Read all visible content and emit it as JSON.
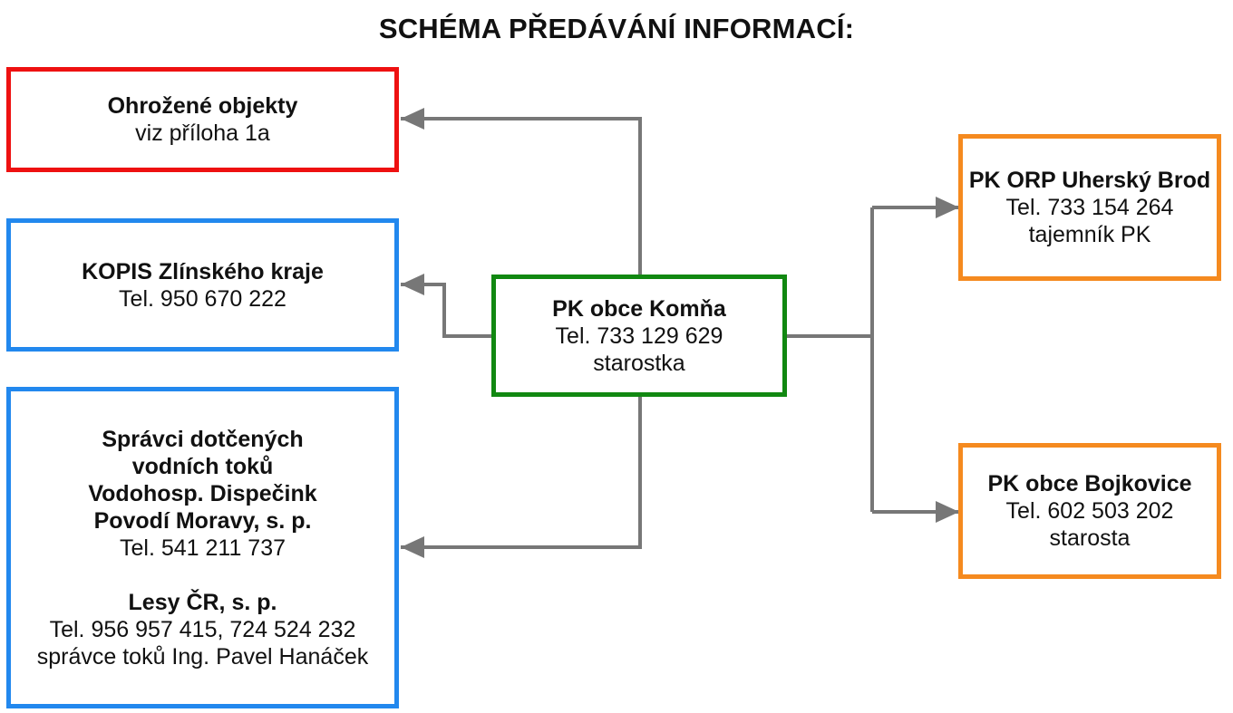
{
  "title": "SCHÉMA PŘEDÁVÁNÍ INFORMACÍ:",
  "colors": {
    "red": "#ee1111",
    "blue": "#2288ee",
    "green": "#118811",
    "orange": "#f58a1f",
    "connector": "#777777"
  },
  "boxes": {
    "ohrozene": {
      "name": "Ohrožené objekty",
      "detail": "viz příloha 1a"
    },
    "kopis": {
      "name": "KOPIS Zlínského kraje",
      "phone": "Tel. 950 670 222"
    },
    "spravci": {
      "line1": "Správci dotčených",
      "line2": "vodních toků",
      "line3": "Vodohosp. Dispečink",
      "line4": "Povodí Moravy, s. p.",
      "phone": "Tel. 541 211 737",
      "lesy_name": "Lesy ČR, s. p.",
      "lesy_phone": "Tel. 956 957 415, 724 524 232",
      "lesy_person": "správce toků Ing. Pavel Hanáček"
    },
    "center": {
      "name": "PK obce Komňa",
      "phone": "Tel. 733 129 629",
      "role": "starostka"
    },
    "orp": {
      "name": "PK ORP Uherský Brod",
      "phone": "Tel. 733 154 264",
      "role": "tajemník PK"
    },
    "bojkovice": {
      "name": "PK obce Bojkovice",
      "phone": "Tel. 602 503 202",
      "role": "starosta"
    }
  }
}
